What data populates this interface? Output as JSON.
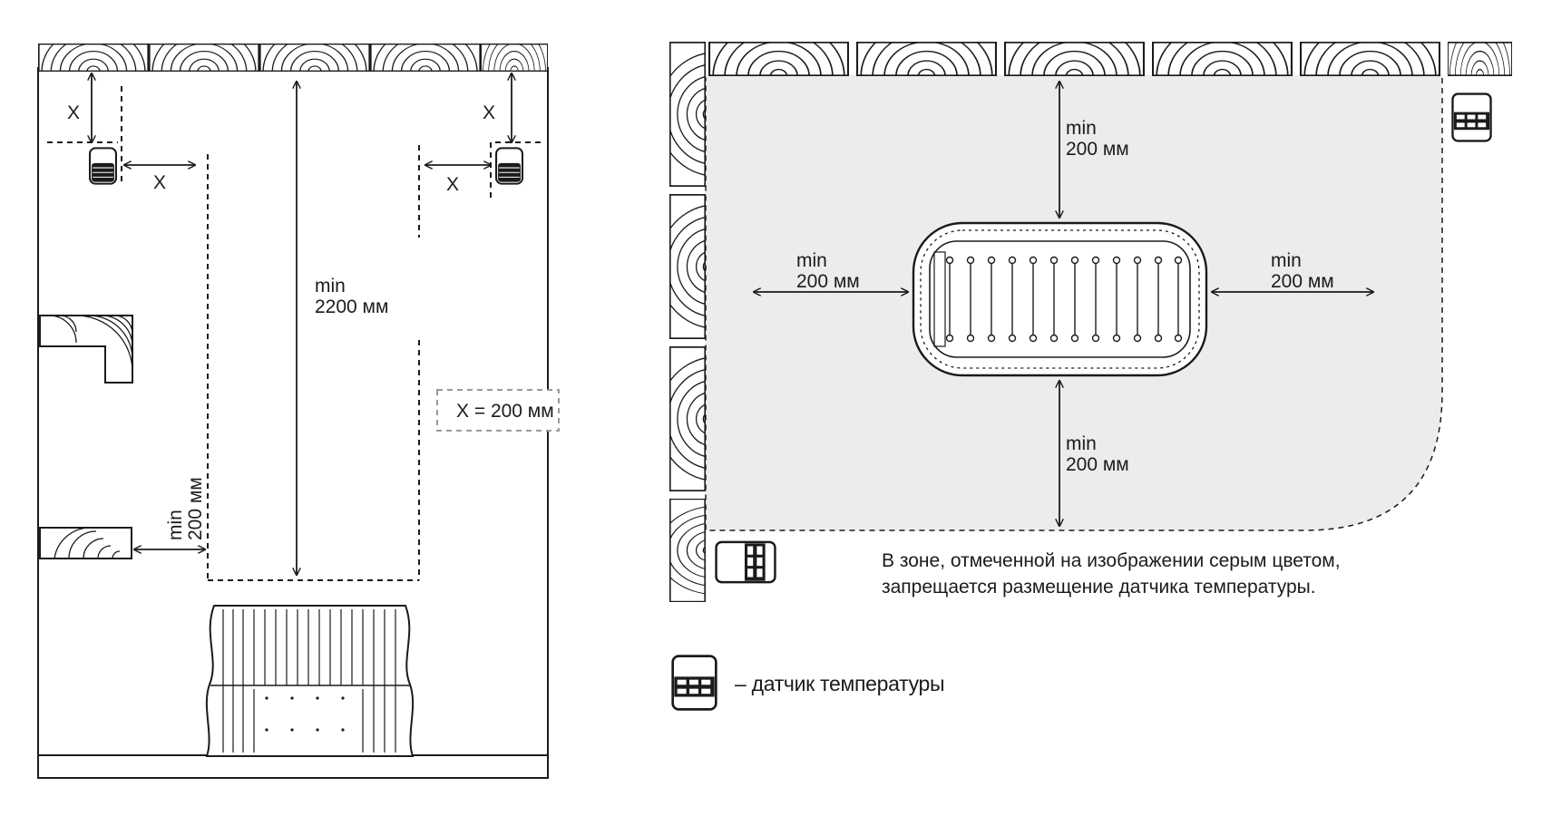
{
  "title": "Размещение датчика температуры",
  "side_view": {
    "x_label": "X",
    "height_min": "min",
    "height_value": "2200 мм",
    "wall_min": "min",
    "wall_value": "200 мм",
    "x_definition": "X = 200 мм"
  },
  "top_view": {
    "top": {
      "min": "min",
      "value": "200 мм"
    },
    "left": {
      "min": "min",
      "value": "200 мм"
    },
    "right": {
      "min": "min",
      "value": "200 мм"
    },
    "bottom": {
      "min": "min",
      "value": "200 мм"
    },
    "zone_color": "#ececec"
  },
  "note": {
    "line1": "В зоне, отмеченной на изображении серым цветом,",
    "line2": "запрещается размещение датчика температуры."
  },
  "legend": {
    "icon": "temperature-sensor-icon",
    "label": "– датчик температуры"
  },
  "colors": {
    "line": "#1b1b1b",
    "zone": "#ececec",
    "frame": "#9a9a9a"
  }
}
